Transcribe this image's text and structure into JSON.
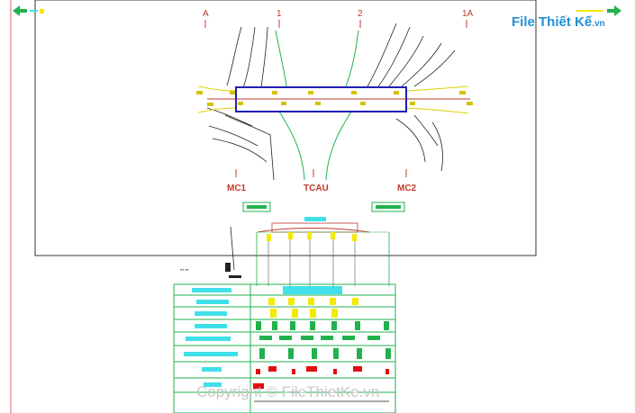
{
  "brand": {
    "name": "File Thiết Kế",
    "suffix": ".vn"
  },
  "watermark": "Copyright © FileThietKe.vn",
  "axes": {
    "top": [
      "A",
      "1",
      "2",
      "1A"
    ],
    "bottom": [
      "MC1",
      "TCAU",
      "MC2"
    ]
  },
  "colors": {
    "frame": "#333333",
    "contour": "#222222",
    "terrain_green": "#22b14c",
    "road_yellow": "#e0d000",
    "bridge_blue": "#1f1fb5",
    "axis_red": "#c0392b",
    "table_green": "#22b14c",
    "cyan": "#3fe0e8",
    "yellow": "#f2ea00",
    "red": "#e01010"
  }
}
